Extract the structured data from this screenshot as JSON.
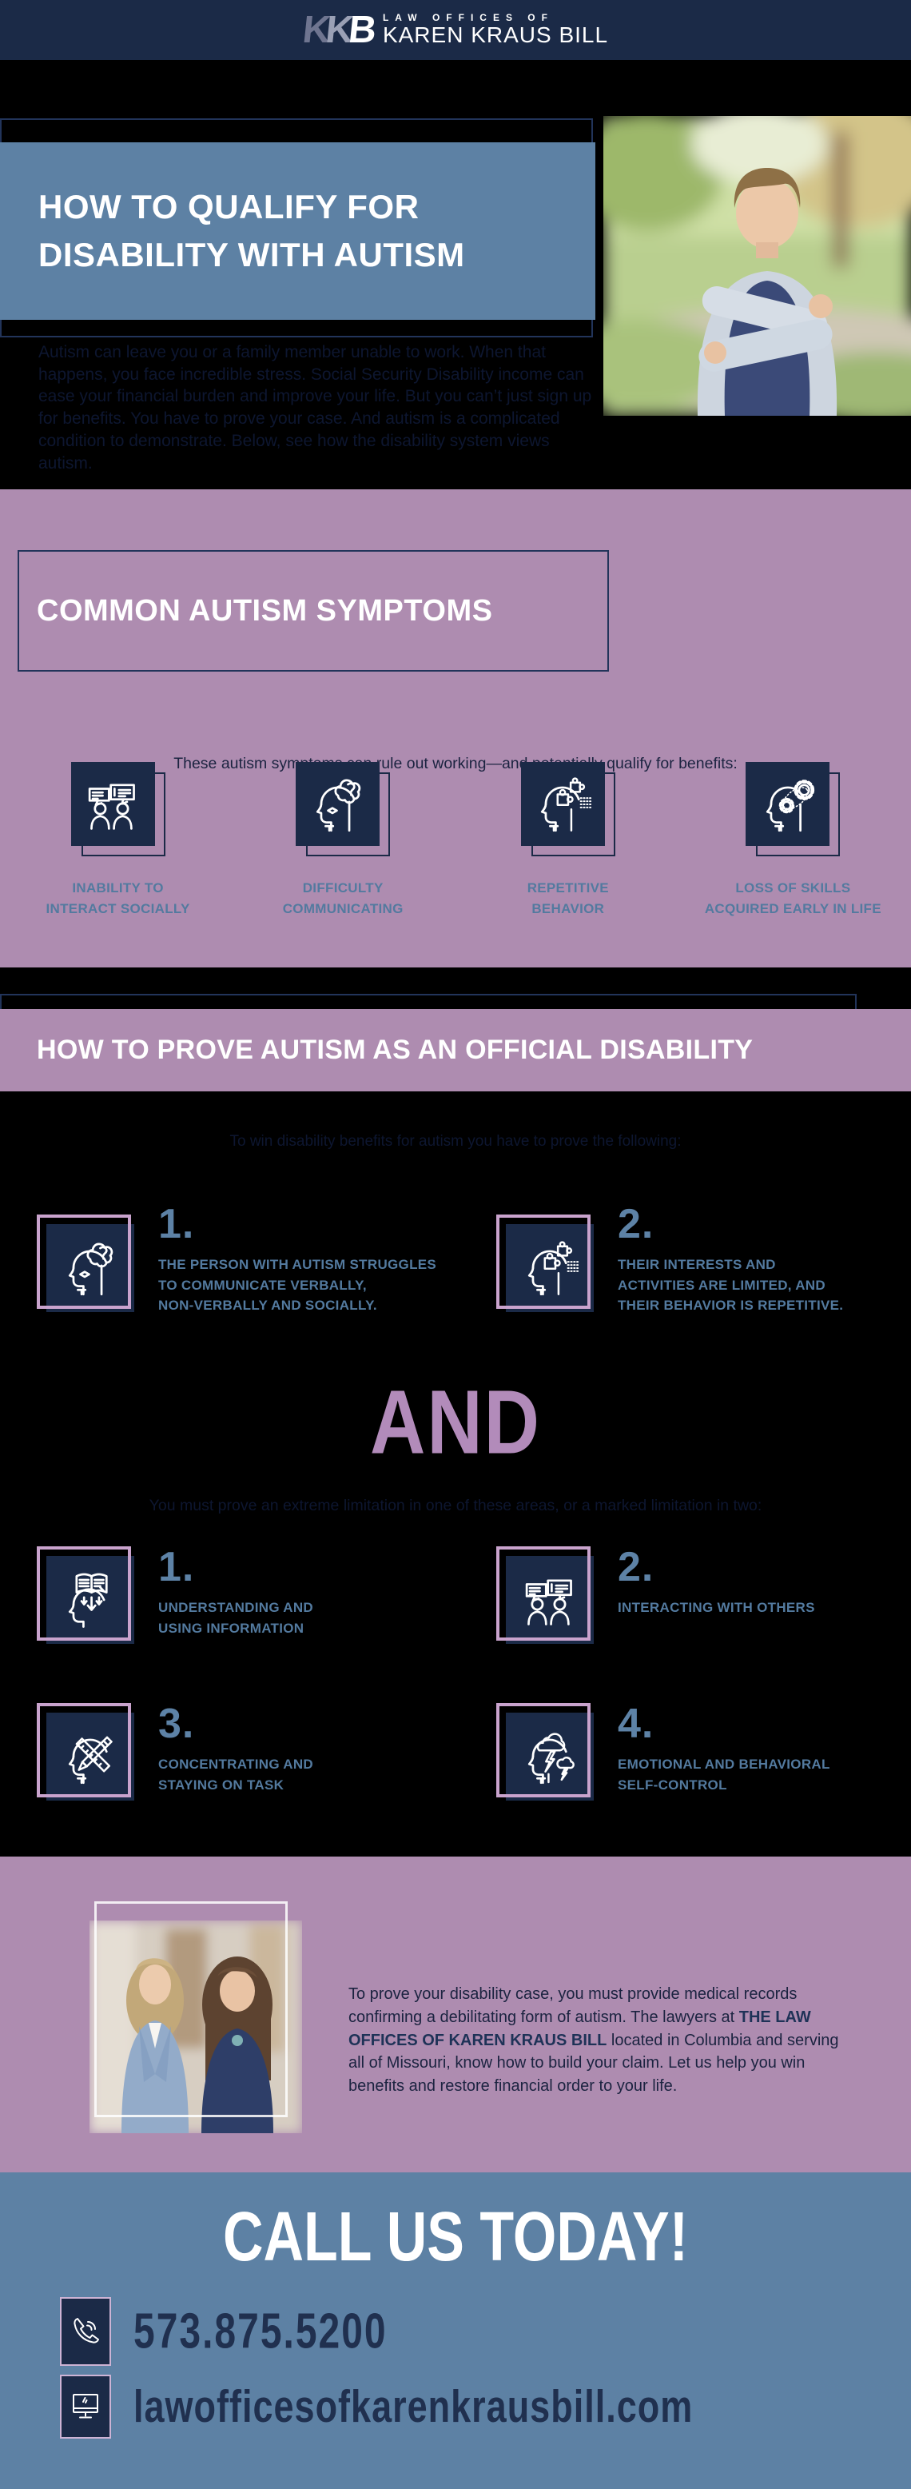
{
  "colors": {
    "navy": "#1b2a47",
    "steel_blue": "#5d81a4",
    "purple": "#ae8cb0",
    "lavender_frame": "#c9a3cd",
    "label_blue": "#537a9f",
    "accent_purple_text": "#b28bba",
    "dark_text": "#1b2340",
    "white": "#ffffff"
  },
  "header": {
    "logo_k1": "K",
    "logo_k2": "K",
    "logo_b": "B",
    "firm_small": "LAW OFFICES OF",
    "firm_large": "KAREN KRAUS BILL"
  },
  "hero": {
    "title_line1": "HOW TO QUALIFY FOR",
    "title_line2": "DISABILITY WITH AUTISM",
    "intro": "Autism can leave you or a family member unable to work. When that happens, you face incredible stress. Social Security Disability income can ease your financial burden and improve your life. But you can’t just sign up for benefits. You have to prove your case. And autism is a complicated condition to demonstrate.  Below, see how the disability system views autism."
  },
  "symptoms": {
    "title": "COMMON AUTISM SYMPTOMS",
    "subtitle": "These autism symptoms can rule out working—and potentially qualify for benefits:",
    "items": [
      {
        "icon": "people-conversation-icon",
        "lines": [
          "INABILITY TO",
          "INTERACT SOCIALLY"
        ]
      },
      {
        "icon": "head-question-icon",
        "lines": [
          "DIFFICULTY",
          "COMMUNICATING"
        ]
      },
      {
        "icon": "head-puzzle-icon",
        "lines": [
          "REPETITIVE",
          "BEHAVIOR"
        ]
      },
      {
        "icon": "head-gears-icon",
        "lines": [
          "LOSS OF SKILLS",
          "ACQUIRED EARLY IN LIFE"
        ]
      }
    ]
  },
  "prove": {
    "title": "HOW TO PROVE AUTISM AS AN OFFICIAL DISABILITY",
    "subtitle": "To win disability benefits for autism you have to prove the following:",
    "criteria": [
      {
        "number": "1.",
        "icon": "head-question-icon",
        "lines": [
          "THE PERSON WITH AUTISM STRUGGLES",
          "TO COMMUNICATE VERBALLY,",
          "NON-VERBALLY AND SOCIALLY."
        ]
      },
      {
        "number": "2.",
        "icon": "head-puzzle-icon",
        "lines": [
          "THEIR INTERESTS AND",
          "ACTIVITIES ARE LIMITED, AND",
          "THEIR BEHAVIOR IS REPETITIVE."
        ]
      }
    ],
    "connector": "AND",
    "limitation_intro": "You must prove an extreme limitation in one of these areas, or a marked limitation in two:",
    "areas": [
      {
        "number": "1.",
        "icon": "head-book-icon",
        "lines": [
          "UNDERSTANDING AND",
          "USING INFORMATION"
        ]
      },
      {
        "number": "2.",
        "icon": "people-conversation-icon",
        "lines": [
          "INTERACTING WITH OTHERS"
        ]
      },
      {
        "number": "3.",
        "icon": "head-pencil-ruler-icon",
        "lines": [
          "CONCENTRATING AND",
          "STAYING ON TASK"
        ]
      },
      {
        "number": "4.",
        "icon": "head-storm-icon",
        "lines": [
          "EMOTIONAL AND BEHAVIORAL",
          "SELF-CONTROL"
        ]
      }
    ]
  },
  "about": {
    "text_before": "To prove your disability case, you must provide medical records confirming a debilitating form of autism. The lawyers at ",
    "firm_name": "THE LAW OFFICES OF KAREN KRAUS BILL",
    "text_after": " located in Columbia and serving all of Missouri, know how to build your claim. Let us help you win benefits and restore financial order to your life."
  },
  "cta": {
    "title": "CALL US TODAY!",
    "phone": "573.875.5200",
    "website": "lawofficesofkarenkrausbill.com",
    "phone_icon": "phone-icon",
    "website_icon": "monitor-icon"
  }
}
